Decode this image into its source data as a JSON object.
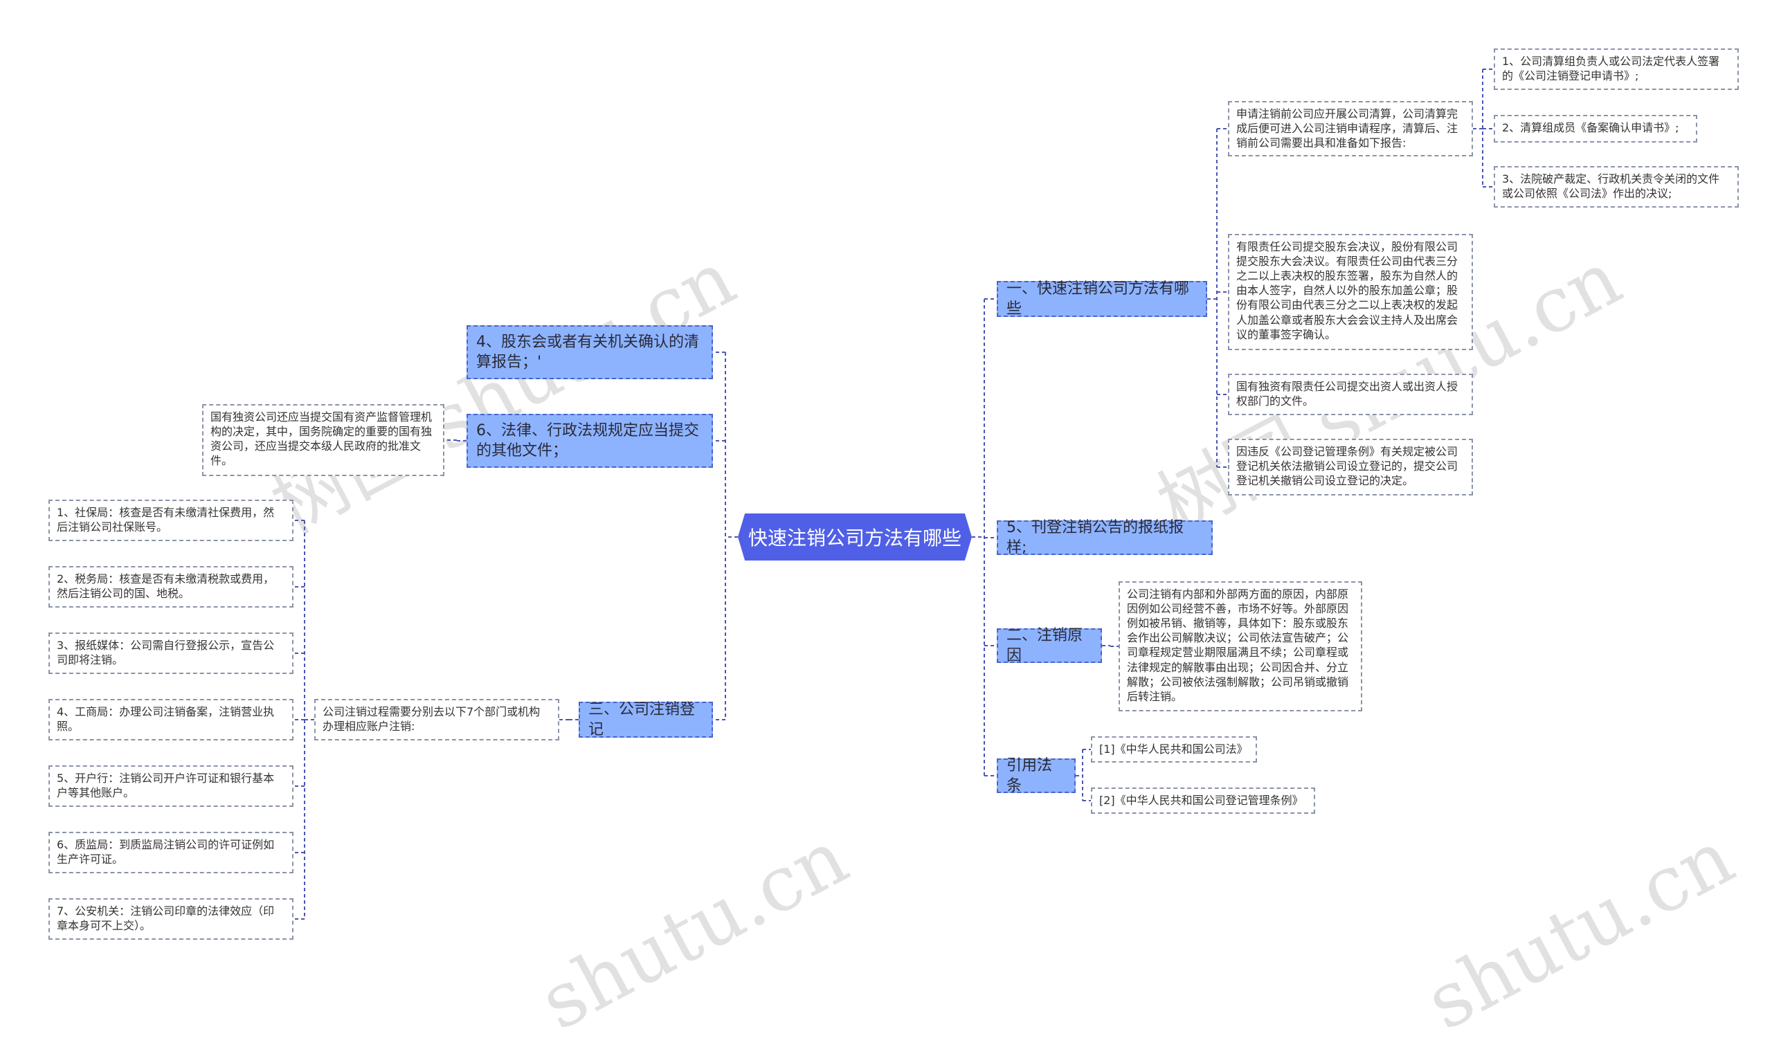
{
  "root": {
    "label": "快速注销公司方法有哪些"
  },
  "watermarks": [
    "树图 shutu.cn",
    "树图 shutu.cn",
    "shutu.cn",
    "shutu.cn"
  ],
  "right": {
    "b1": {
      "label": "一、快速注销公司方法有哪些",
      "c1": {
        "text": "申请注销前公司应开展公司清算，公司清算完成后便可进入公司注销申请程序，清算后、注销前公司需要出具和准备如下报告:",
        "items": [
          "1、公司清算组负责人或公司法定代表人签署的《公司注销登记申请书》;",
          "2、清算组成员《备案确认申请书》;",
          "3、法院破产裁定、行政机关责令关闭的文件或公司依照《公司法》作出的决议;"
        ]
      },
      "c2": "有限责任公司提交股东会决议，股份有限公司提交股东大会决议。有限责任公司由代表三分之二以上表决权的股东签署，股东为自然人的由本人签字，自然人以外的股东加盖公章；股份有限公司由代表三分之二以上表决权的发起人加盖公章或者股东大会会议主持人及出席会议的董事签字确认。",
      "c3": "国有独资有限责任公司提交出资人或出资人授权部门的文件。",
      "c4": "因违反《公司登记管理条例》有关规定被公司登记机关依法撤销公司设立登记的，提交公司登记机关撤销公司设立登记的决定。"
    },
    "b2": {
      "label": "5、刊登注销公告的报纸报样;"
    },
    "b3": {
      "label": "二、注销原因",
      "text": "公司注销有内部和外部两方面的原因，内部原因例如公司经营不善，市场不好等。外部原因例如被吊销、撤销等，具体如下：股东或股东会作出公司解散决议；公司依法宣告破产；公司章程规定营业期限届满且不续；公司章程或法律规定的解散事由出现；公司因合并、分立解散；公司被依法强制解散；公司吊销或撤销后转注销。"
    },
    "b4": {
      "label": "引用法条",
      "items": [
        "[1]《中华人民共和国公司法》",
        "[2]《中华人民共和国公司登记管理条例》"
      ]
    }
  },
  "left": {
    "b5": {
      "label": "4、股东会或者有关机关确认的清算报告；'"
    },
    "b6": {
      "label": "6、法律、行政法规规定应当提交的其他文件；",
      "text": "国有独资公司还应当提交国有资产监督管理机构的决定，其中，国务院确定的重要的国有独资公司，还应当提交本级人民政府的批准文件。"
    },
    "b7": {
      "label": "三、公司注销登记",
      "text": "公司注销过程需要分别去以下7个部门或机构办理相应账户注销:",
      "items": [
        "1、社保局：核查是否有未缴清社保费用，然后注销公司社保账号。",
        "2、税务局：核查是否有未缴清税款或费用，然后注销公司的国、地税。",
        "3、报纸媒体：公司需自行登报公示，宣告公司即将注销。",
        "4、工商局：办理公司注销备案，注销营业执照。",
        "5、开户行：注销公司开户许可证和银行基本户等其他账户。",
        "6、质监局：到质监局注销公司的许可证例如生产许可证。",
        "7、公安机关：注销公司印章的法律效应（印章本身可不上交）。"
      ]
    }
  },
  "colors": {
    "root": "#5060e6",
    "branch": "#8db3ff",
    "branch_border": "#4a63c9",
    "line": "#4a55b5",
    "leaf_border": "#8a93a8"
  }
}
